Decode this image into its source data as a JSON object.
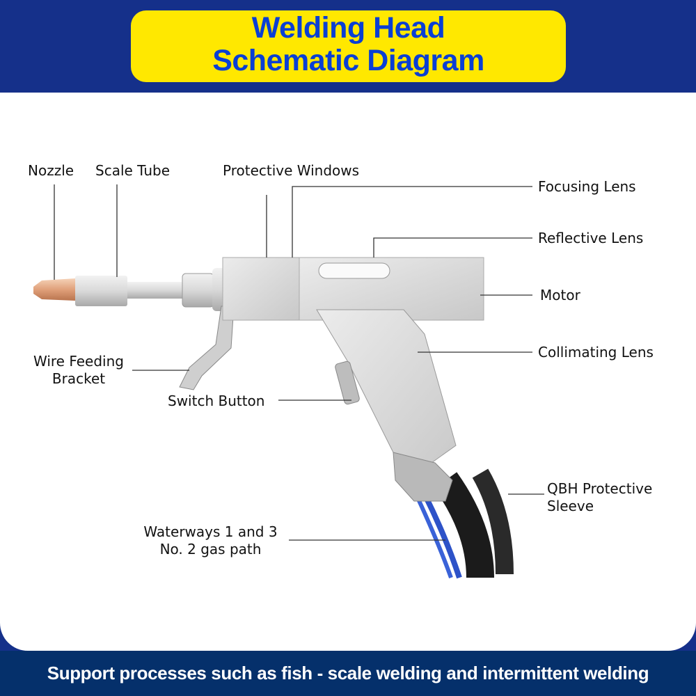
{
  "header": {
    "title_line1": "Welding Head",
    "title_line2": "Schematic Diagram"
  },
  "labels": {
    "nozzle": "Nozzle",
    "scale_tube": "Scale Tube",
    "protective_windows": "Protective Windows",
    "focusing_lens": "Focusing Lens",
    "reflective_lens": "Reflective Lens",
    "motor": "Motor",
    "collimating_lens": "Collimating Lens",
    "wire_feeding_bracket_1": "Wire Feeding",
    "wire_feeding_bracket_2": "Bracket",
    "switch_button": "Switch Button",
    "qbh_1": "QBH Protective",
    "qbh_2": "Sleeve",
    "waterways_1": "Waterways 1 and 3",
    "waterways_2": "No. 2 gas path"
  },
  "footer": {
    "text": "Support processes such as fish - scale welding and intermittent welding"
  },
  "colors": {
    "header_bg": "#15308a",
    "title_bg": "#ffe800",
    "title_text": "#0a3fd4",
    "footer_bg": "#05306b"
  }
}
